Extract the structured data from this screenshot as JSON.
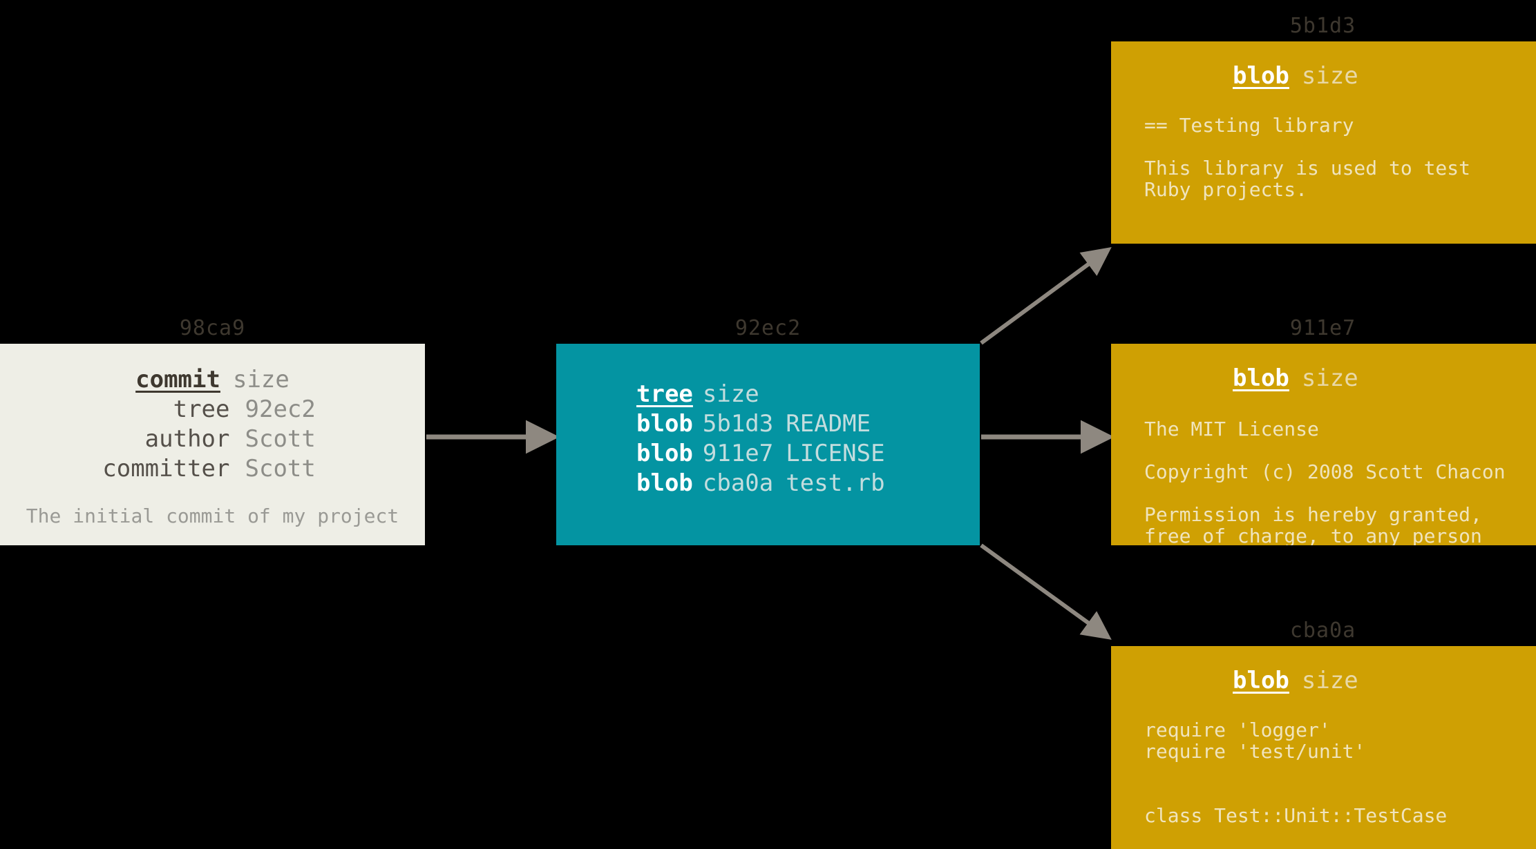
{
  "diagram": {
    "title": "Git object model: commit, tree and blobs",
    "background": "#000000",
    "colors": {
      "commit_fill": "#eeeee6",
      "tree_fill": "#0494a2",
      "blob_fill": "#cfa003",
      "arrow": "#8e8880",
      "hash_label": "#3e382f"
    }
  },
  "commit": {
    "hash": "98ca9",
    "header": {
      "keyword": "commit",
      "value": "size"
    },
    "fields": [
      {
        "key": "tree",
        "value": "92ec2"
      },
      {
        "key": "author",
        "value": "Scott"
      },
      {
        "key": "committer",
        "value": "Scott"
      }
    ],
    "message": "The initial commit of my project"
  },
  "tree": {
    "hash": "92ec2",
    "header": {
      "keyword": "tree",
      "value": "size"
    },
    "entries": [
      {
        "keyword": "blob",
        "hash": "5b1d3",
        "name": "README"
      },
      {
        "keyword": "blob",
        "hash": "911e7",
        "name": "LICENSE"
      },
      {
        "keyword": "blob",
        "hash": "cba0a",
        "name": "test.rb"
      }
    ]
  },
  "blobs": [
    {
      "hash": "5b1d3",
      "header": {
        "keyword": "blob",
        "value": "size"
      },
      "content": "== Testing library\n\nThis library is used to test\nRuby projects."
    },
    {
      "hash": "911e7",
      "header": {
        "keyword": "blob",
        "value": "size"
      },
      "content": "The MIT License\n\nCopyright (c) 2008 Scott Chacon\n\nPermission is hereby granted,\nfree of charge, to any person"
    },
    {
      "hash": "cba0a",
      "header": {
        "keyword": "blob",
        "value": "size"
      },
      "content": "require 'logger'\nrequire 'test/unit'\n\n\nclass Test::Unit::TestCase"
    }
  ],
  "arrows": [
    {
      "from": "commit",
      "to": "tree",
      "label": ""
    },
    {
      "from": "tree",
      "to": "blob-5b1d3",
      "label": ""
    },
    {
      "from": "tree",
      "to": "blob-911e7",
      "label": ""
    },
    {
      "from": "tree",
      "to": "blob-cba0a",
      "label": ""
    }
  ]
}
